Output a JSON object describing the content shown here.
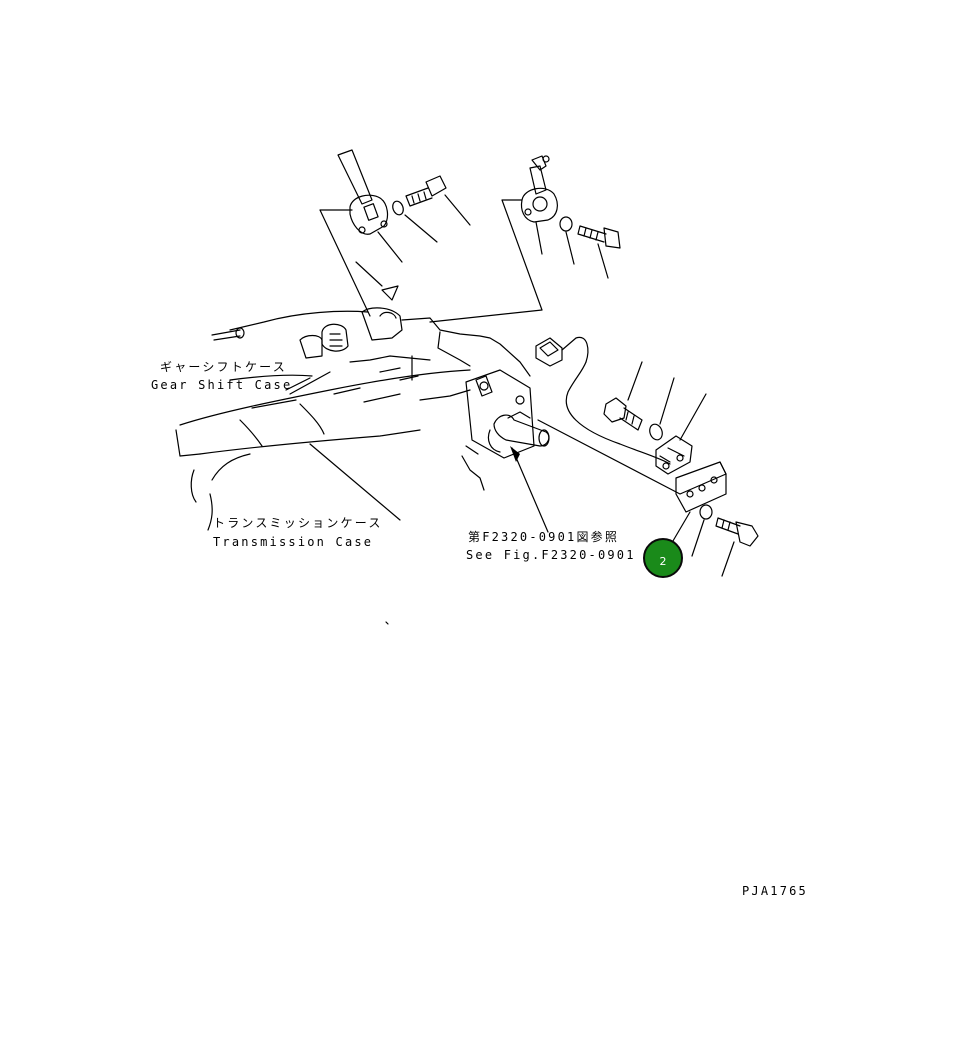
{
  "labels": {
    "gear_shift_case_jp": "ギャーシフトケース",
    "gear_shift_case_en": "Gear Shift Case",
    "transmission_case_jp": "トランスミッションケース",
    "transmission_case_en": "Transmission Case",
    "see_fig_jp": "第F2320-0901図参照",
    "see_fig_en": "See Fig.F2320-0901",
    "drawing_code": "PJA1765"
  },
  "callouts": [
    {
      "number": "2",
      "color": "#1a8a1a"
    }
  ]
}
